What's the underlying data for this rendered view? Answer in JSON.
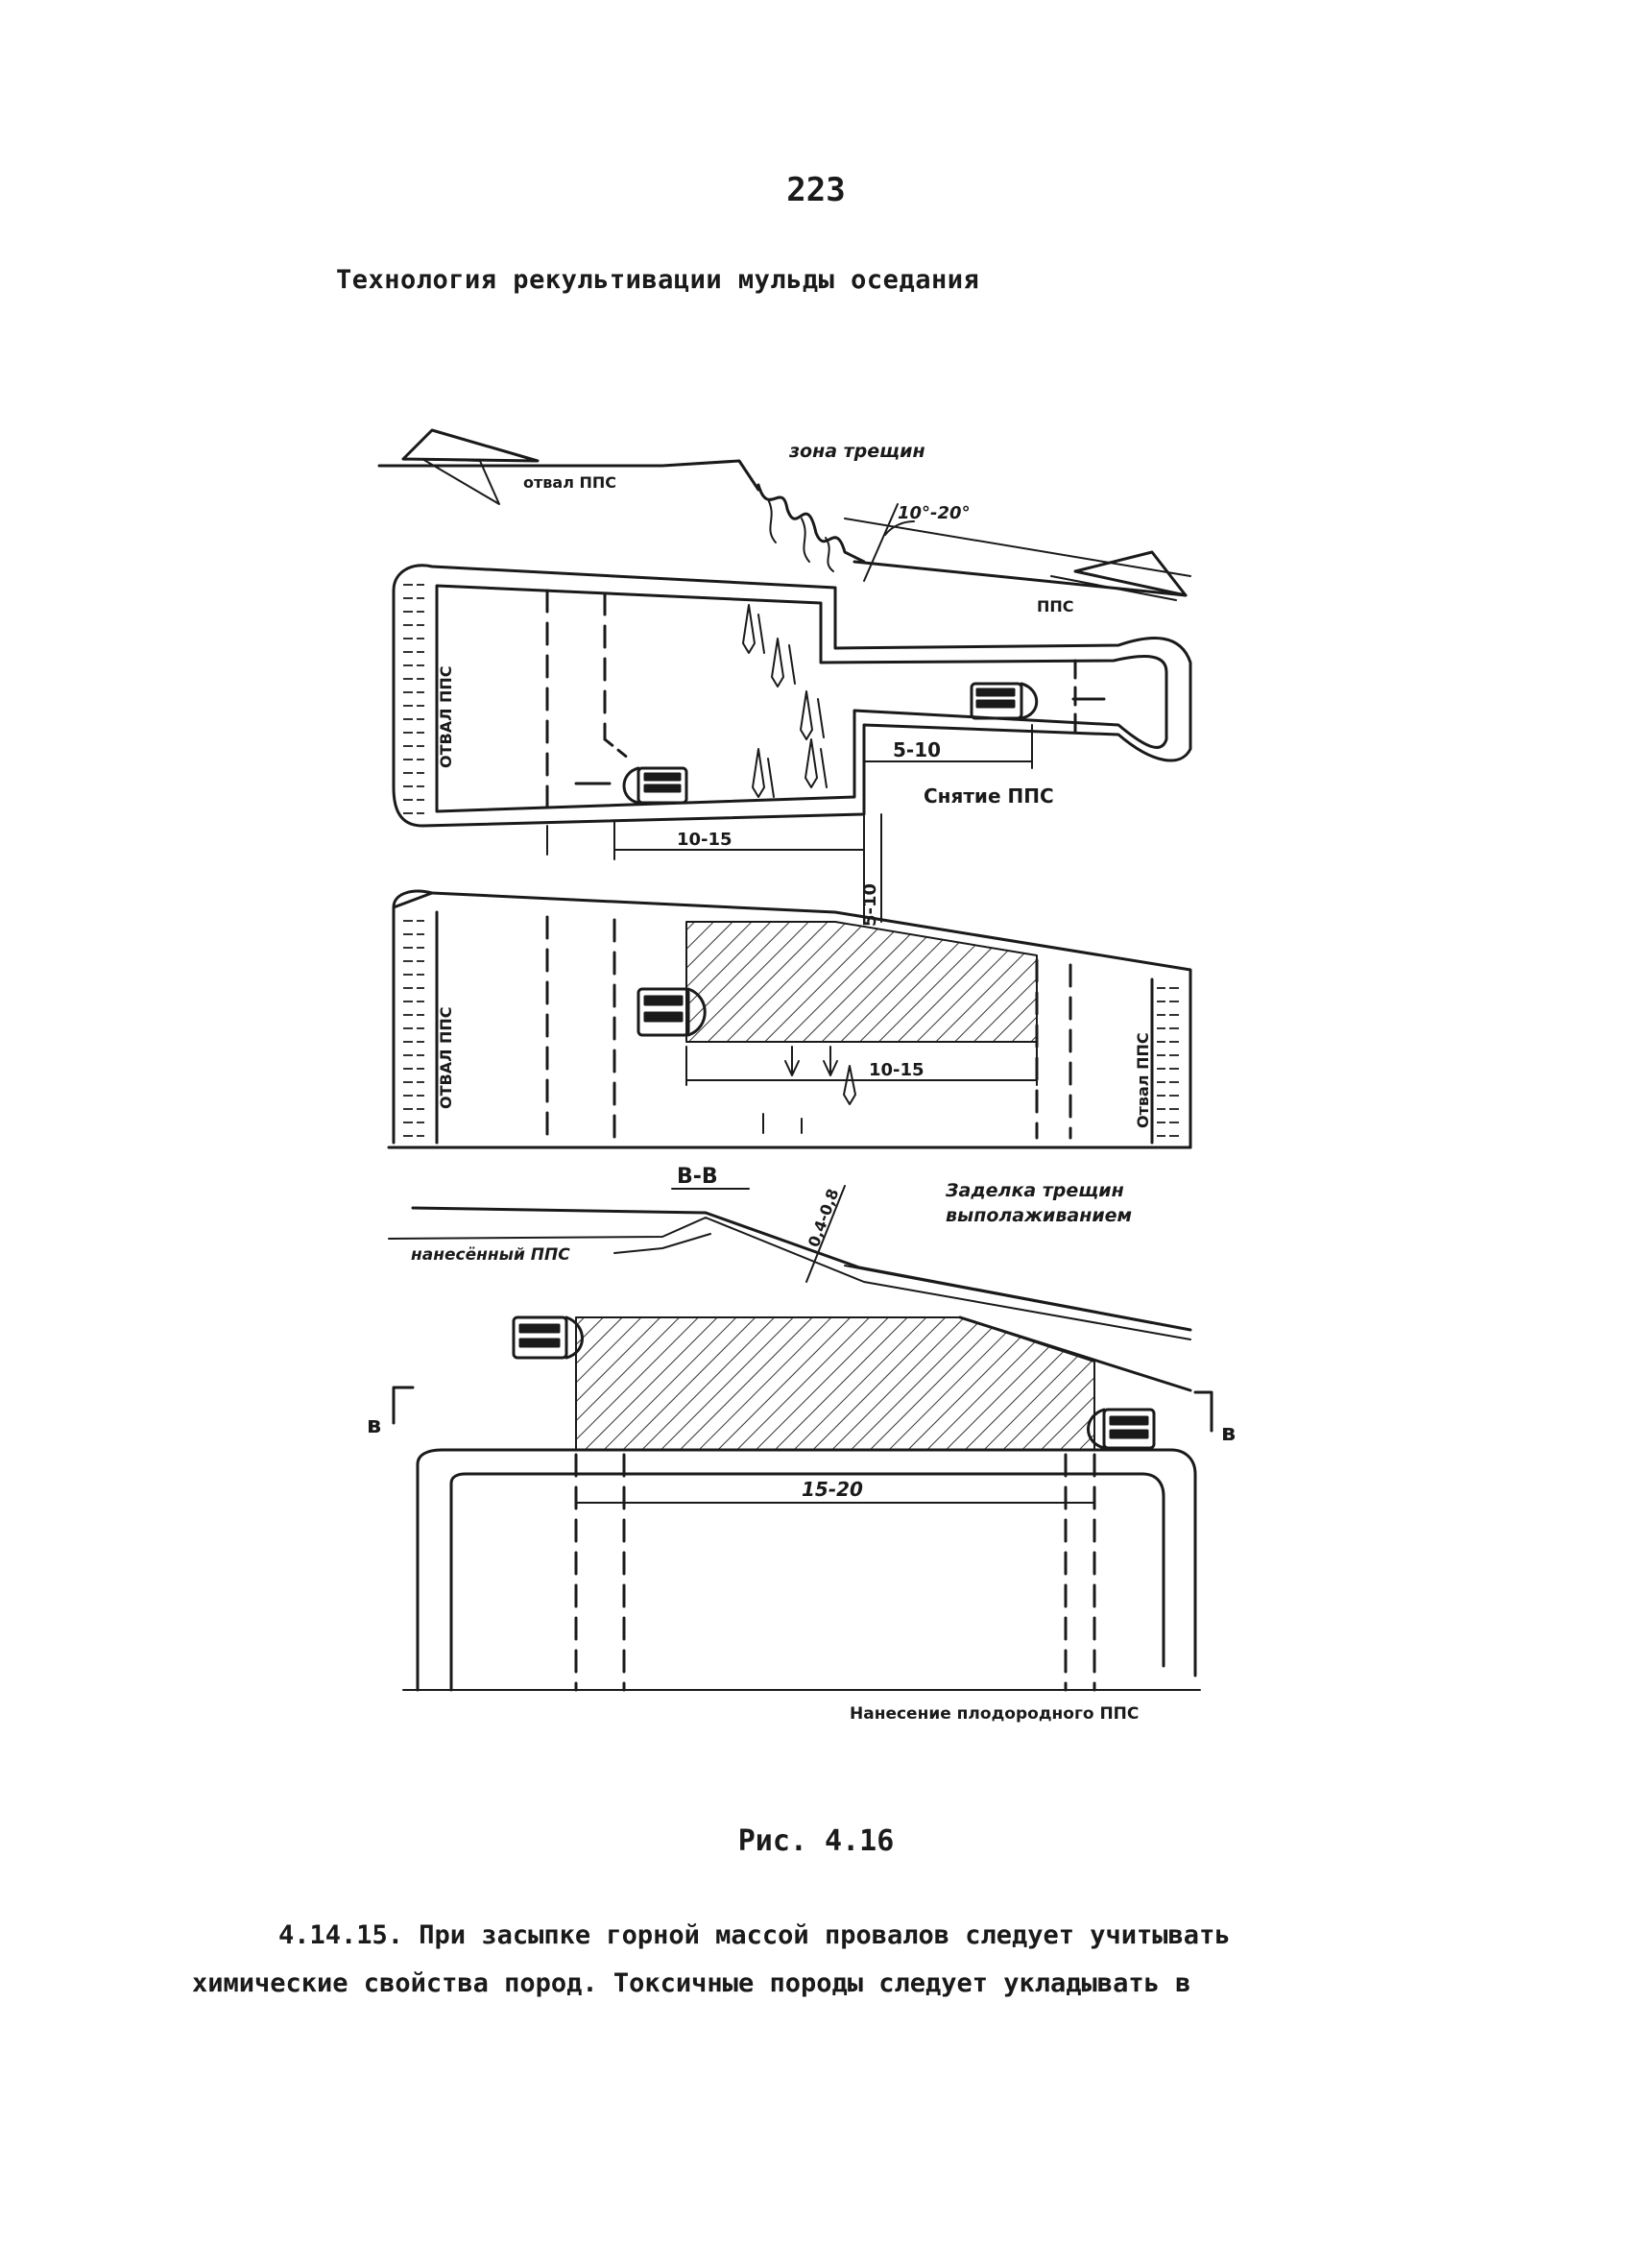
{
  "page": {
    "number": "223",
    "heading": "Технология рекультивации мульды оседания"
  },
  "figure": {
    "labels": {
      "crack_zone": "зона трещин",
      "slope_angle": "10°-20°",
      "pps_dump_top": "отвал ППС",
      "pps_top_right": "ППС",
      "pps_dump_left_plan": "ОТВАЛ ППС",
      "dim_5_10_top": "5-10",
      "pps_removal": "Снятие ППС",
      "dim_10_15_bottom": "10-15",
      "dim_5_10_vertical": "5-10",
      "pps_dump_left_mid": "ОТВАЛ ППС",
      "pps_dump_right_mid": "Отвал ППС",
      "dim_10_15_mid": "10-15",
      "section_label": "В-В",
      "crack_sealing_line1": "Заделка трещин",
      "crack_sealing_line2": "выполаживанием",
      "applied_pps": "нанесённый ППС",
      "dim_section_vertical": "0,4-0,8",
      "section_mark_left": "в",
      "section_mark_right": "в",
      "dim_15_20": "15-20",
      "pps_application": "Нанесение плодородного ППС"
    }
  },
  "caption": "Рис. 4.16",
  "text": {
    "line1": "4.14.15. При засыпке горной массой провалов следует учитывать",
    "line2": "химические свойства пород. Токсичные породы следует укладывать в"
  }
}
